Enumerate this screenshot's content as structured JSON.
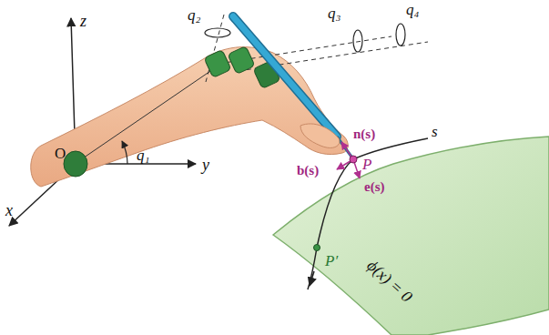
{
  "diagram": {
    "labels": [
      "z",
      "q₂",
      "q₃",
      "q₄",
      "O",
      "q₁",
      "y",
      "x",
      "n(s)",
      "s",
      "P",
      "b(s)",
      "e(s)",
      "P′",
      "ϕ(x) = 0"
    ]
  }
}
